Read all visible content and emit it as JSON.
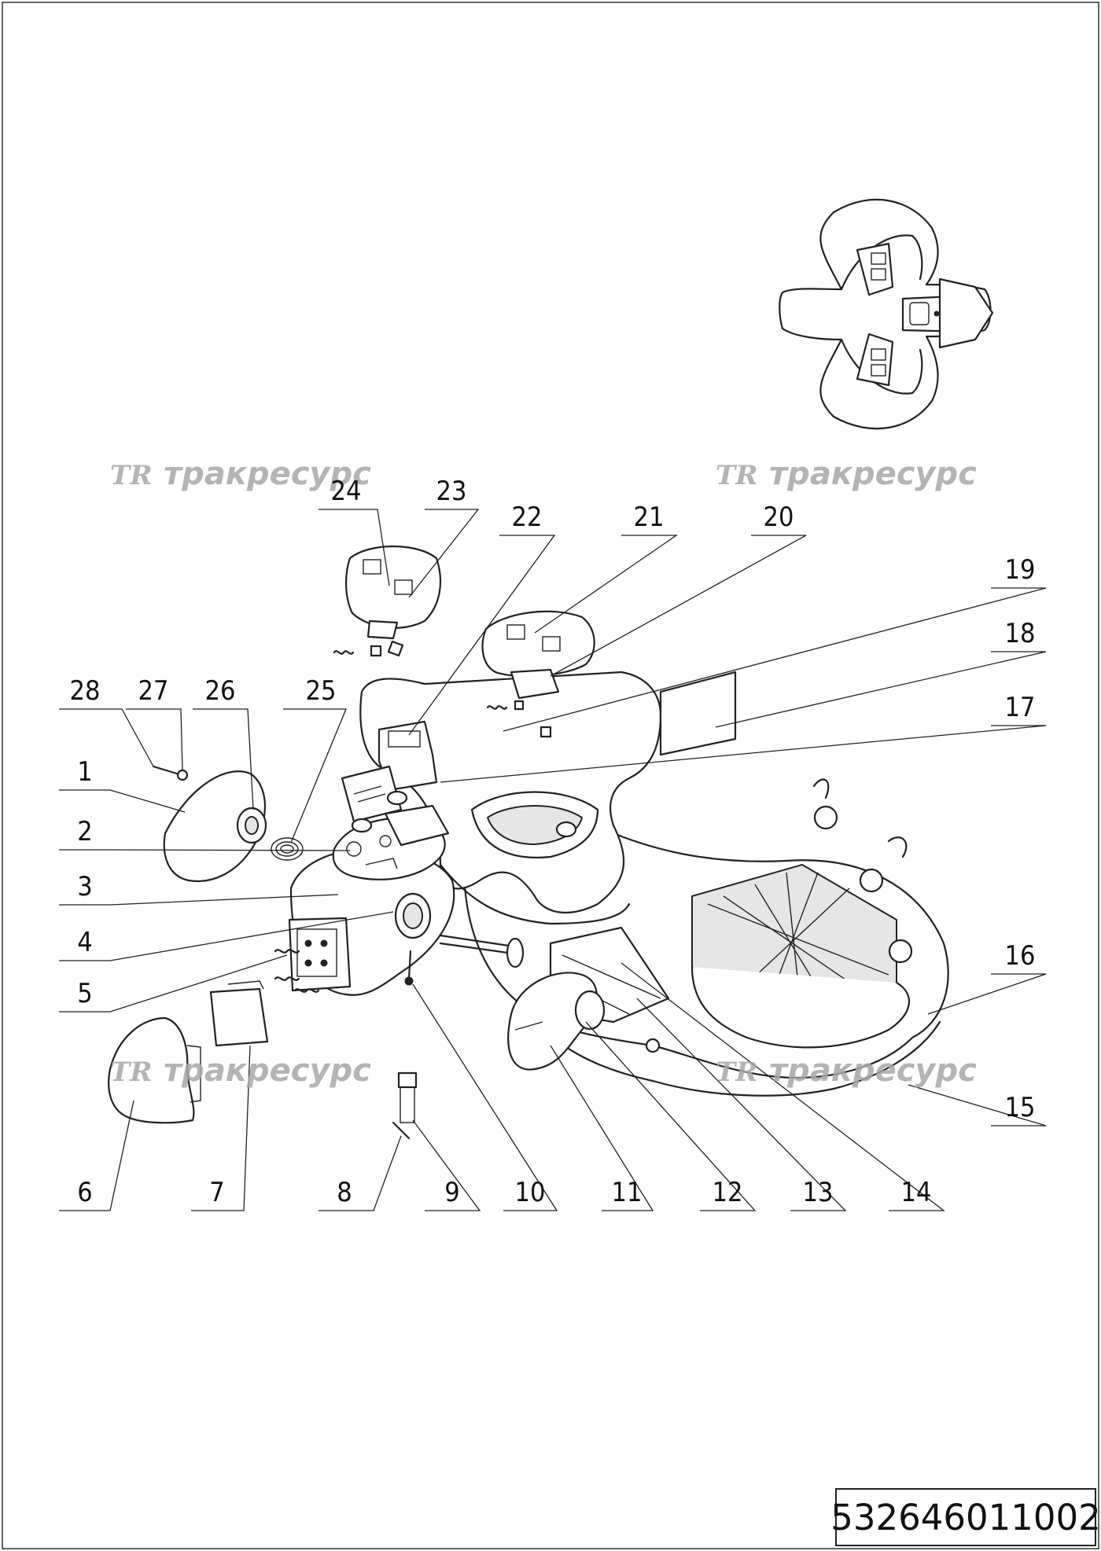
{
  "drawing_code": "532646011002",
  "watermark": {
    "logo": "TR",
    "text": "тракресурс"
  },
  "callouts": [
    {
      "label": "1"
    },
    {
      "label": "2"
    },
    {
      "label": "3"
    },
    {
      "label": "4"
    },
    {
      "label": "5"
    },
    {
      "label": "6"
    },
    {
      "label": "7"
    },
    {
      "label": "8"
    },
    {
      "label": "9"
    },
    {
      "label": "10"
    },
    {
      "label": "11"
    },
    {
      "label": "12"
    },
    {
      "label": "13"
    },
    {
      "label": "14"
    },
    {
      "label": "15"
    },
    {
      "label": "16"
    },
    {
      "label": "17"
    },
    {
      "label": "18"
    },
    {
      "label": "19"
    },
    {
      "label": "20"
    },
    {
      "label": "21"
    },
    {
      "label": "22"
    },
    {
      "label": "23"
    },
    {
      "label": "24"
    },
    {
      "label": "25"
    },
    {
      "label": "26"
    },
    {
      "label": "27"
    },
    {
      "label": "28"
    }
  ]
}
